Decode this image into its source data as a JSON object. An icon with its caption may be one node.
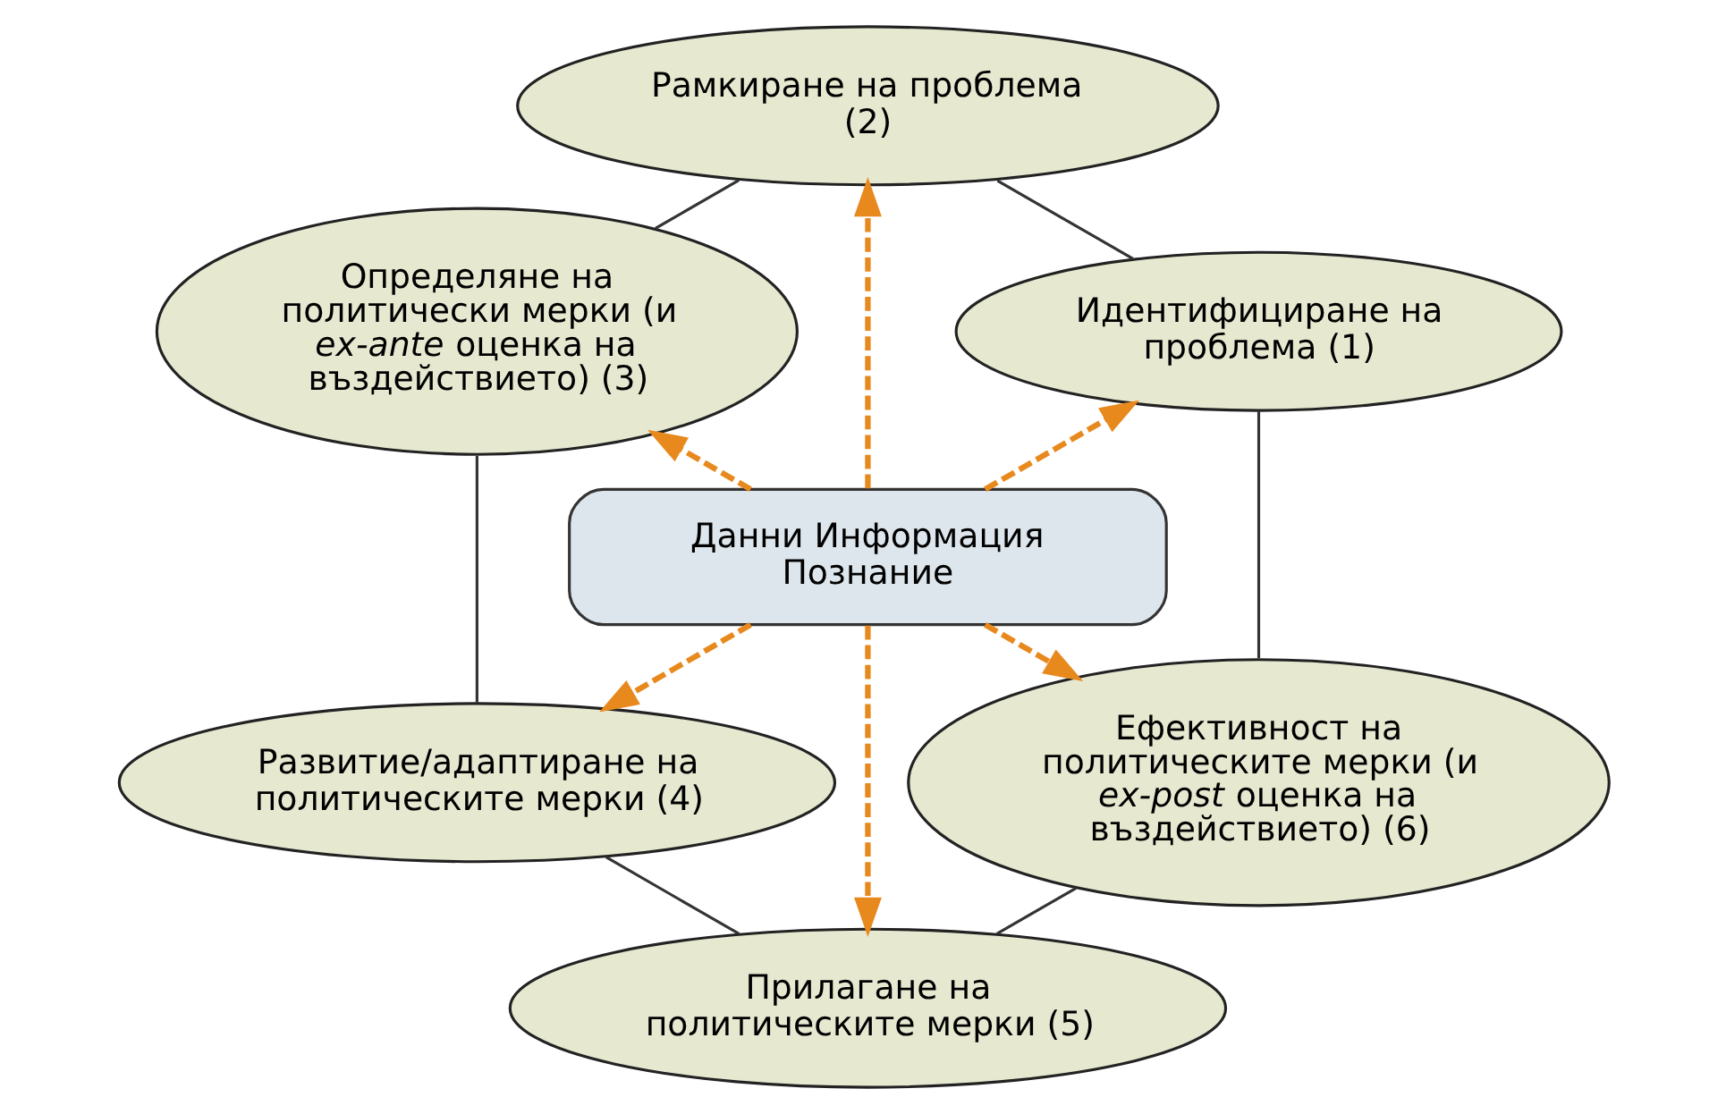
{
  "diagram": {
    "nodes": [
      {
        "text": [
          "Идентифициране на проблема (1)"
        ]
      },
      {
        "text": [
          "Рамкиране на проблема (2)"
        ]
      },
      {
        "text": [
          "Определяне на политически мерки (и *ex-ante* оценка на въздействието) (3)"
        ]
      },
      {
        "text": [
          "Развитие/адаптиране на политическите мерки (4)"
        ]
      },
      {
        "text": [
          "Прилагане на политическите мерки (5)"
        ]
      },
      {
        "text": [
          "Ефективност на политическите мерки (и *ex-post* оценка на въздействието) (6)"
        ]
      },
      {
        "text": [
          "Данни Информация Познание"
        ]
      }
    ],
    "edges": [
      {
        "from": 0,
        "to": 1,
        "arrow": "none"
      },
      {
        "from": 1,
        "to": 2,
        "arrow": "none"
      },
      {
        "from": 2,
        "to": 3,
        "arrow": "none"
      },
      {
        "from": 3,
        "to": 4,
        "arrow": "none"
      },
      {
        "from": 4,
        "to": 5,
        "arrow": "none"
      },
      {
        "from": 5,
        "to": 0,
        "arrow": "none"
      },
      {
        "from": 6,
        "to": 0,
        "arrow": "to",
        "style": "dashed",
        "color": "#e8891e"
      },
      {
        "from": 6,
        "to": 1,
        "arrow": "to",
        "style": "dashed",
        "color": "#e8891e"
      },
      {
        "from": 6,
        "to": 2,
        "arrow": "to",
        "style": "dashed",
        "color": "#e8891e"
      },
      {
        "from": 6,
        "to": 3,
        "arrow": "to",
        "style": "dashed",
        "color": "#e8891e"
      },
      {
        "from": 6,
        "to": 4,
        "arrow": "to",
        "style": "dashed",
        "color": "#e8891e"
      },
      {
        "from": 6,
        "to": 5,
        "arrow": "to",
        "style": "dashed",
        "color": "#e8891e"
      }
    ]
  }
}
